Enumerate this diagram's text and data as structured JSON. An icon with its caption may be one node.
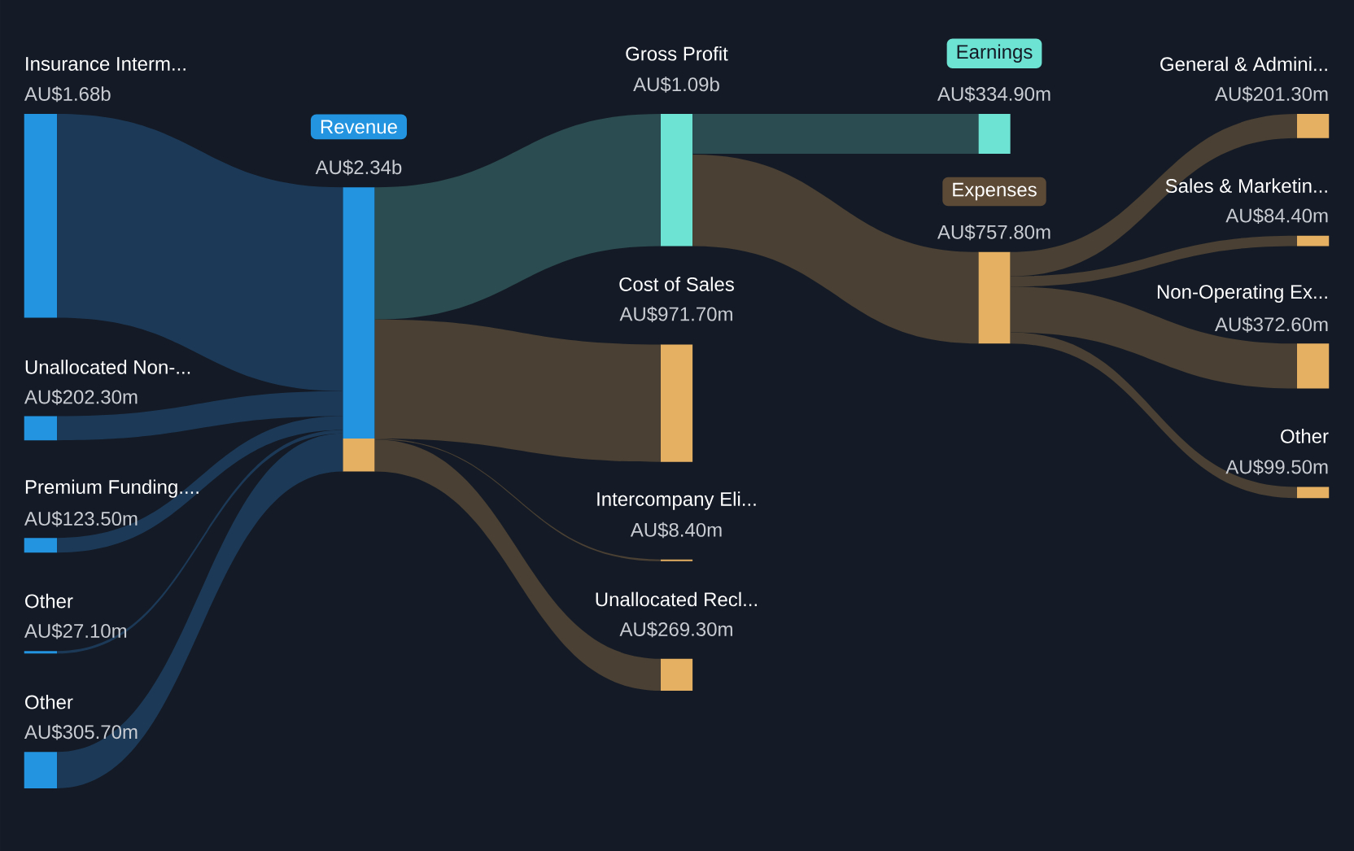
{
  "diagram": {
    "nodes": [
      {
        "text": [
          "Insurance Interm...",
          "AU$1.68b"
        ]
      },
      {
        "text": [
          "Unallocated Non-...",
          "AU$202.30m"
        ]
      },
      {
        "text": [
          "Premium Funding....",
          "AU$123.50m"
        ]
      },
      {
        "text": [
          "Other",
          "AU$27.10m"
        ]
      },
      {
        "text": [
          "Other",
          "AU$305.70m"
        ]
      },
      {
        "text": [
          "Revenue",
          "AU$2.34b"
        ]
      },
      {
        "text": [
          "Gross Profit",
          "AU$1.09b"
        ]
      },
      {
        "text": [
          "Cost of Sales",
          "AU$971.70m"
        ]
      },
      {
        "text": [
          "Intercompany Eli...",
          "AU$8.40m"
        ]
      },
      {
        "text": [
          "Unallocated Recl...",
          "AU$269.30m"
        ]
      },
      {
        "text": [
          "Earnings",
          "AU$334.90m"
        ]
      },
      {
        "text": [
          "Expenses",
          "AU$757.80m"
        ]
      },
      {
        "text": [
          "General & Admini...",
          "AU$201.30m"
        ]
      },
      {
        "text": [
          "Sales & Marketin...",
          "AU$84.40m"
        ]
      },
      {
        "text": [
          "Non-Operating Ex...",
          "AU$372.60m"
        ]
      },
      {
        "text": [
          "Other",
          "AU$99.50m"
        ]
      }
    ],
    "edges": [
      {
        "from": 0,
        "to": 5,
        "arrow": "none",
        "color": "#1c3a58"
      },
      {
        "from": 1,
        "to": 5,
        "arrow": "none",
        "color": "#1c3a58"
      },
      {
        "from": 2,
        "to": 5,
        "arrow": "none",
        "color": "#1c3a58"
      },
      {
        "from": 3,
        "to": 5,
        "arrow": "none",
        "color": "#1c3a58"
      },
      {
        "from": 4,
        "to": 5,
        "arrow": "none",
        "color": "#1c3a58"
      },
      {
        "from": 5,
        "to": 6,
        "arrow": "none",
        "color": "#2b4c50"
      },
      {
        "from": 5,
        "to": 7,
        "arrow": "none"
      },
      {
        "from": 5,
        "to": 8,
        "arrow": "none"
      },
      {
        "from": 5,
        "to": 9,
        "arrow": "none"
      },
      {
        "from": 6,
        "to": 10,
        "arrow": "none",
        "color": "#2b4c50"
      },
      {
        "from": 6,
        "to": 11,
        "arrow": "none"
      },
      {
        "from": 11,
        "to": 12,
        "arrow": "none"
      },
      {
        "from": 11,
        "to": 13,
        "arrow": "none"
      },
      {
        "from": 11,
        "to": 14,
        "arrow": "none"
      },
      {
        "from": 11,
        "to": 15,
        "arrow": "none"
      }
    ]
  }
}
